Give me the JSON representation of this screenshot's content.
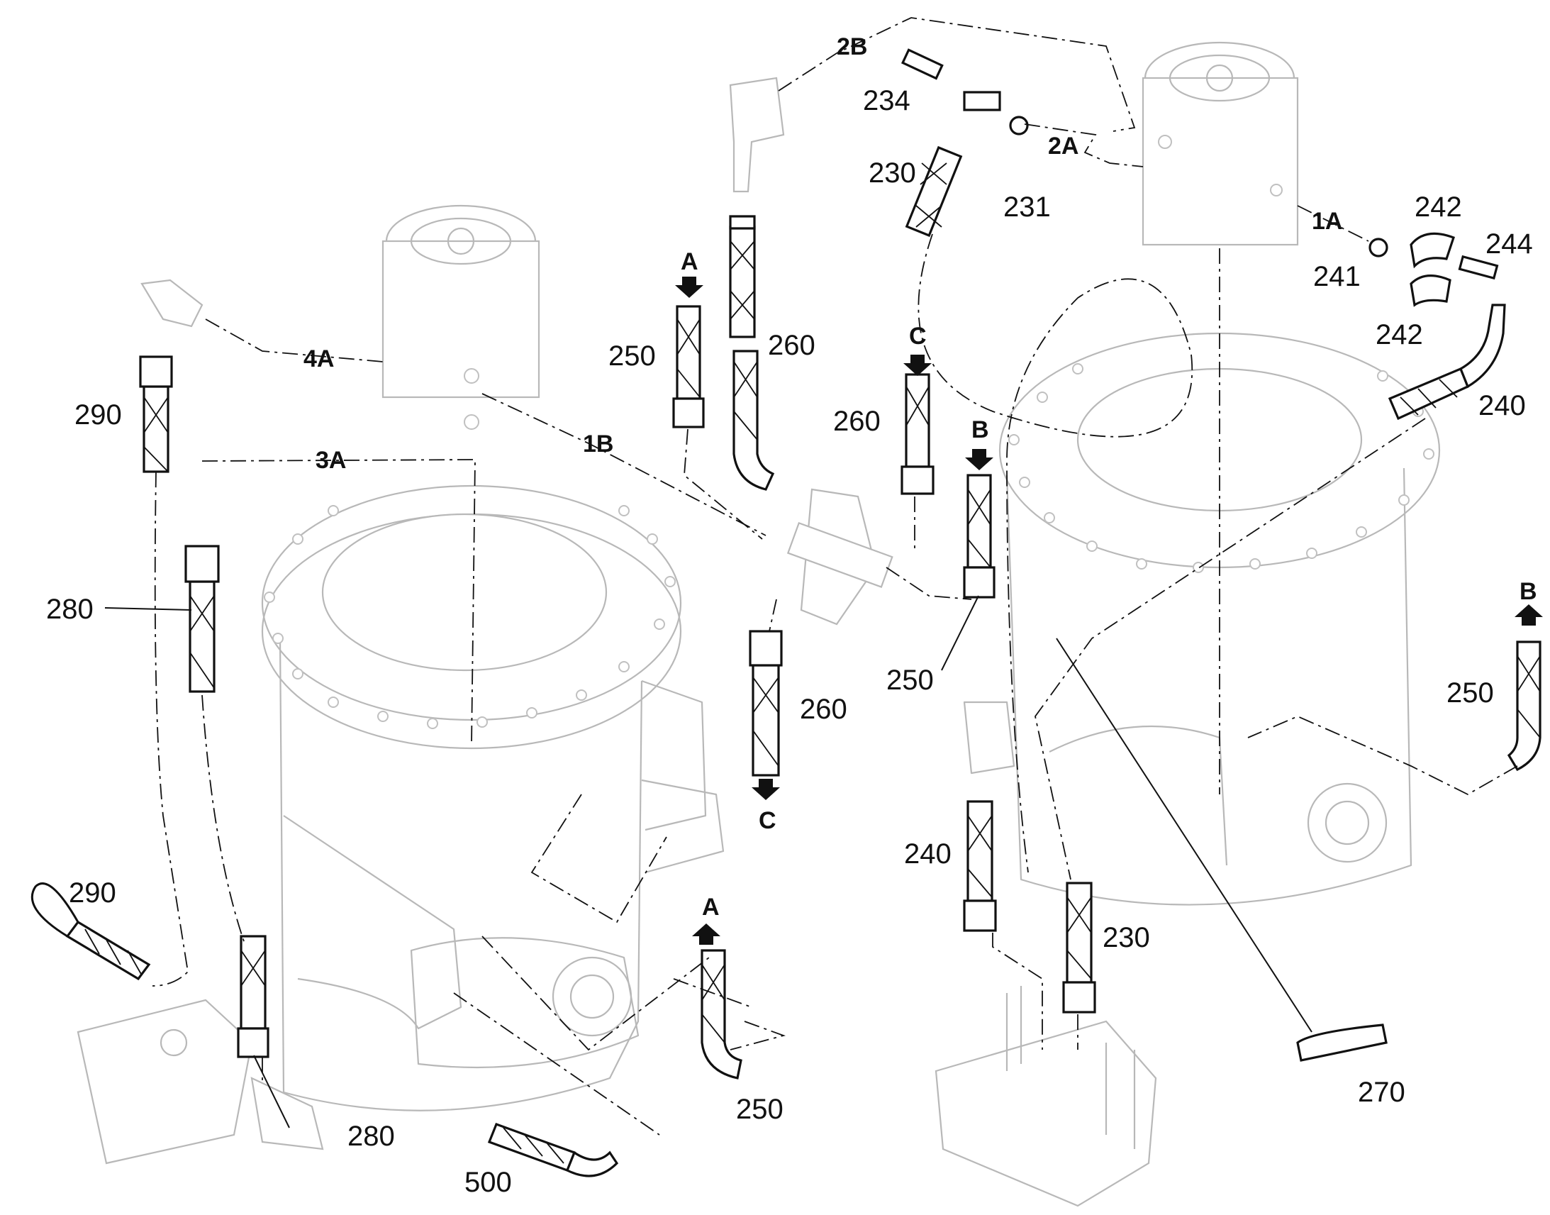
{
  "part_labels": {
    "p234": "234",
    "p230_top": "230",
    "p231": "231",
    "p242_top": "242",
    "p244": "244",
    "p241": "241",
    "p242_bot": "242",
    "p240_right": "240",
    "p250_a": "250",
    "p260_top": "260",
    "p260_mid": "260",
    "p250_mid": "250",
    "p260_low": "260",
    "p290_top": "290",
    "p280_top": "280",
    "p290_low": "290",
    "p280_low": "280",
    "p500": "500",
    "p250_low": "250",
    "p240_low": "240",
    "p230_low": "230",
    "p270": "270",
    "p250_right": "250"
  },
  "connection_labels": {
    "c2B": "2B",
    "c2A": "2A",
    "c1A": "1A",
    "c4A": "4A",
    "c3A": "3A",
    "c1B": "1B",
    "arrowA_top": "A",
    "arrowC_top": "C",
    "arrowB_top": "B",
    "arrowC_low": "C",
    "arrowA_low": "A",
    "arrowB_right": "B"
  },
  "colors": {
    "ink": "#111111",
    "part_outline": "#b8b8b8"
  }
}
